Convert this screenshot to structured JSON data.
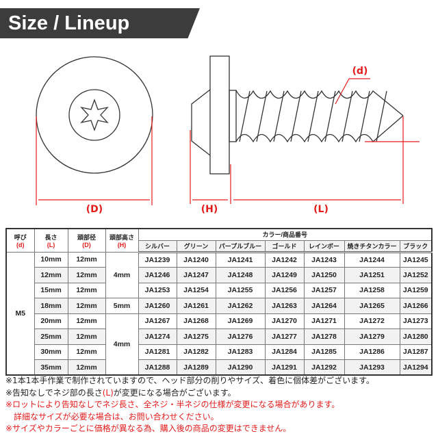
{
  "title": "Size / Lineup",
  "diagram": {
    "label_d": "(d)",
    "label_D": "(D)",
    "label_H": "(H)",
    "label_L": "(L)",
    "accent": "#e31b1b"
  },
  "table": {
    "headers": [
      {
        "ja": "呼び",
        "sym": "(d)"
      },
      {
        "ja": "長さ",
        "sym": "(L)"
      },
      {
        "ja": "頭部径",
        "sym": "(D)"
      },
      {
        "ja": "頭部高さ",
        "sym": "(H)"
      }
    ],
    "color_header": "カラー/商品番号",
    "colors": [
      "シルバー",
      "グリーン",
      "パープルブルー",
      "ゴールド",
      "レインボー",
      "焼きチタンカラー",
      "ブラック"
    ],
    "nominal": "M5",
    "rows": [
      {
        "L": "10mm",
        "D": "12mm",
        "codes": [
          "JA1239",
          "JA1240",
          "JA1241",
          "JA1242",
          "JA1243",
          "JA1244",
          "JA1245"
        ]
      },
      {
        "L": "12mm",
        "D": "12mm",
        "codes": [
          "JA1246",
          "JA1247",
          "JA1248",
          "JA1249",
          "JA1250",
          "JA1251",
          "JA1252"
        ]
      },
      {
        "L": "15mm",
        "D": "12mm",
        "codes": [
          "JA1253",
          "JA1254",
          "JA1255",
          "JA1256",
          "JA1257",
          "JA1258",
          "JA1259"
        ]
      },
      {
        "L": "18mm",
        "D": "12mm",
        "codes": [
          "JA1260",
          "JA1261",
          "JA1262",
          "JA1263",
          "JA1264",
          "JA1265",
          "JA1266"
        ]
      },
      {
        "L": "20mm",
        "D": "12mm",
        "codes": [
          "JA1267",
          "JA1268",
          "JA1269",
          "JA1270",
          "JA1271",
          "JA1272",
          "JA1273"
        ]
      },
      {
        "L": "25mm",
        "D": "12mm",
        "codes": [
          "JA1274",
          "JA1275",
          "JA1276",
          "JA1277",
          "JA1278",
          "JA1279",
          "JA1280"
        ]
      },
      {
        "L": "30mm",
        "D": "12mm",
        "codes": [
          "JA1281",
          "JA1282",
          "JA1283",
          "JA1284",
          "JA1285",
          "JA1286",
          "JA1287"
        ]
      },
      {
        "L": "35mm",
        "D": "12mm",
        "codes": [
          "JA1288",
          "JA1289",
          "JA1290",
          "JA1291",
          "JA1292",
          "JA1293",
          "JA1294"
        ]
      }
    ],
    "H_groups": [
      "4mm",
      "5mm",
      "4mm"
    ]
  },
  "notes": {
    "n1": "※1本1本手作業で制作されていますので、ヘッド部分の削りやサイズ、着色に個体差がございます。",
    "n2a": "※告知なしでネジ部の長さ",
    "n2b": "(L)",
    "n2c": "が変更になる場合がございます。",
    "n3": "※ロットにより告知なしでネジ長さ、全ネジ・半ネジの仕様が変更になる場合があります。",
    "n4": "詳細なサイズが必要な場合は、お問い合わせください。",
    "n5": "※サイズやカラーごとに価格が異なる為、購入後の商品の変更はできません。"
  }
}
